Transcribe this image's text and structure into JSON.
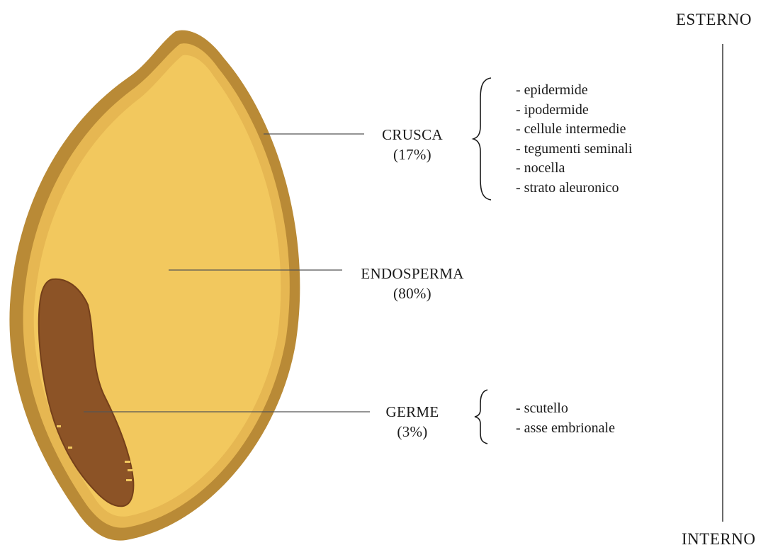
{
  "parts": {
    "bran": {
      "name": "CRUSCA",
      "percent": "(17%)"
    },
    "endosperm": {
      "name": "ENDOSPERMA",
      "percent": "(80%)"
    },
    "germ": {
      "name": "GERME",
      "percent": "(3%)"
    }
  },
  "bran_layers": [
    "- epidermide",
    "- ipodermide",
    "- cellule intermedie",
    "- tegumenti seminali",
    "- nocella",
    "- strato aleuronico"
  ],
  "germ_components": [
    "- scutello",
    "- asse embrionale"
  ],
  "axis": {
    "top": "ESTERNO",
    "bottom": "INTERNO"
  },
  "colors": {
    "outer_bran": "#b98a36",
    "inner_bran": "#e6b752",
    "endosperm": "#f2c85e",
    "germ": "#8c5326",
    "germ_edge": "#75401a",
    "leader": "#555555"
  }
}
